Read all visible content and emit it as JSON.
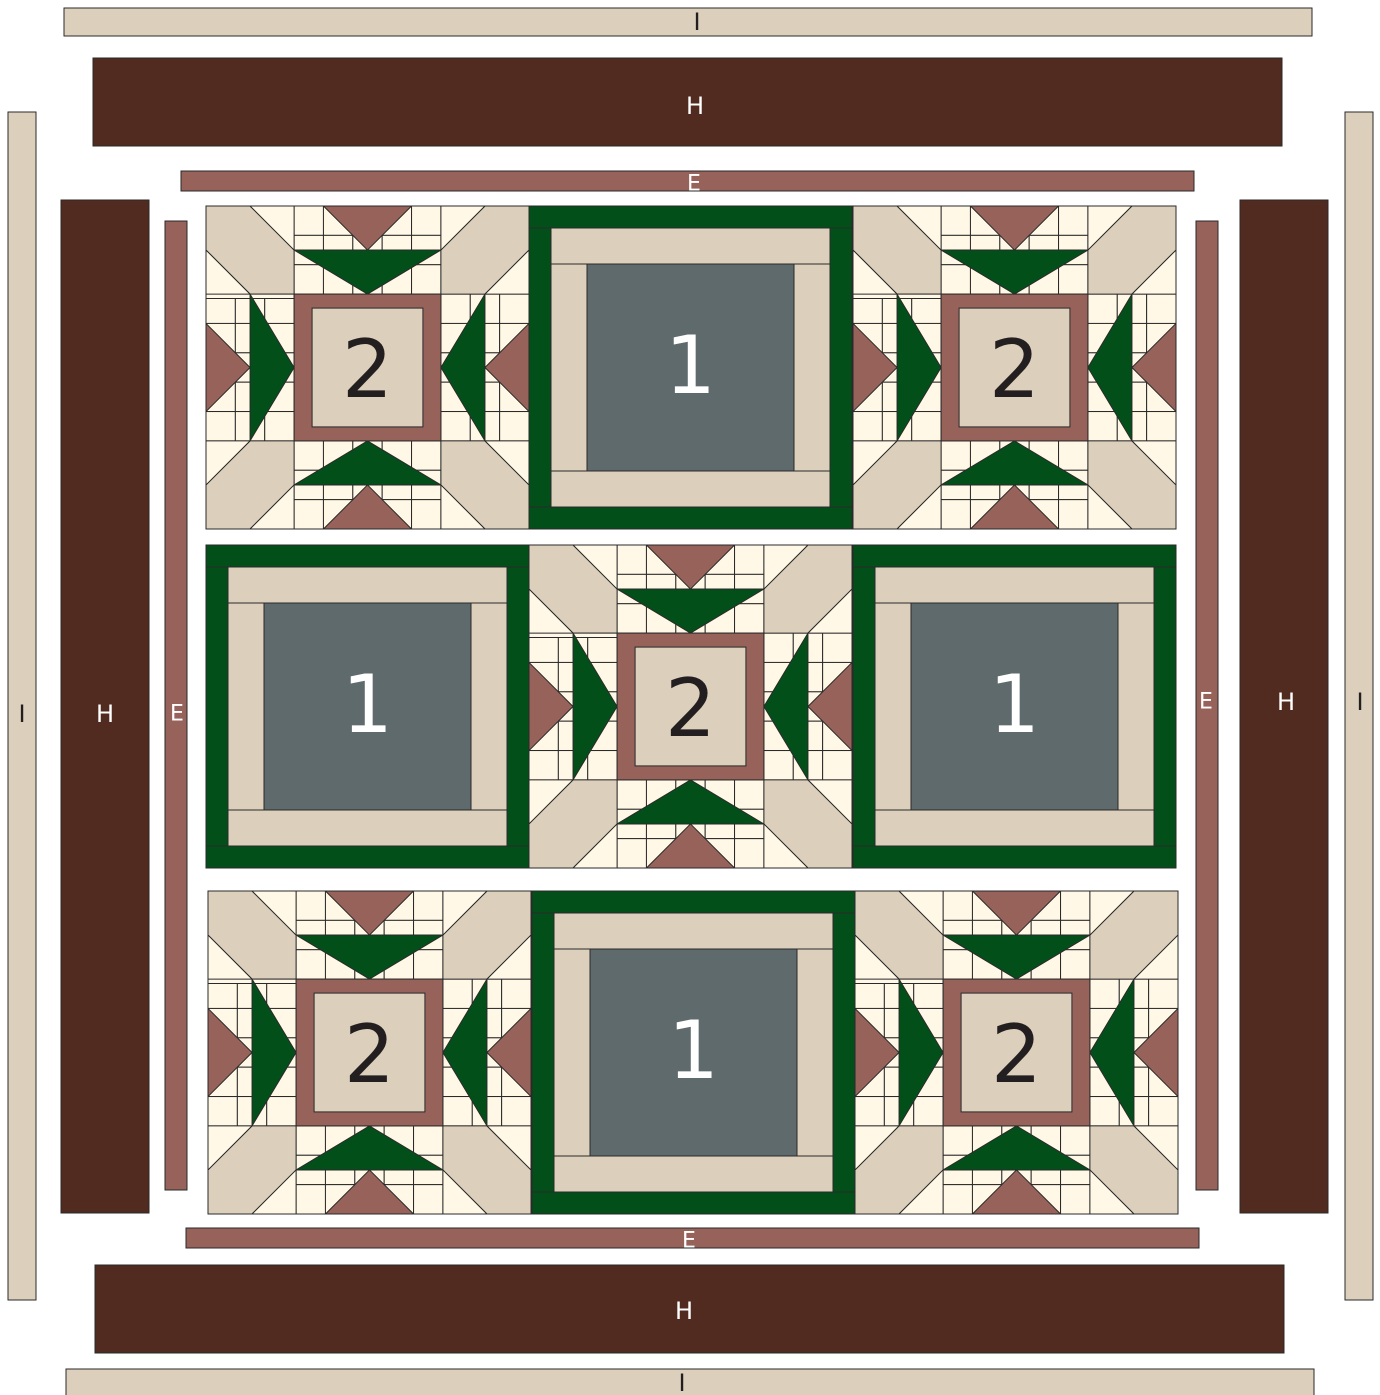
{
  "colors": {
    "dark_brown": "#512B20",
    "rose": "#97625A",
    "tan": "#DCD0BC",
    "cream": "#FFF8E6",
    "green": "#034F19",
    "slate": "#5F6A6C",
    "outline": "#2a2a2a",
    "text_dark": "#231f20",
    "text_light": "#ffffff"
  },
  "borders": {
    "outer_label": "I",
    "wide_label": "H",
    "narrow_label": "E"
  },
  "blocks": [
    {
      "type": "2",
      "label": "2"
    },
    {
      "type": "1",
      "label": "1"
    },
    {
      "type": "2",
      "label": "2"
    },
    {
      "type": "1",
      "label": "1"
    },
    {
      "type": "2",
      "label": "2"
    },
    {
      "type": "1",
      "label": "1"
    },
    {
      "type": "2",
      "label": "2"
    },
    {
      "type": "1",
      "label": "1"
    },
    {
      "type": "2",
      "label": "2"
    }
  ]
}
